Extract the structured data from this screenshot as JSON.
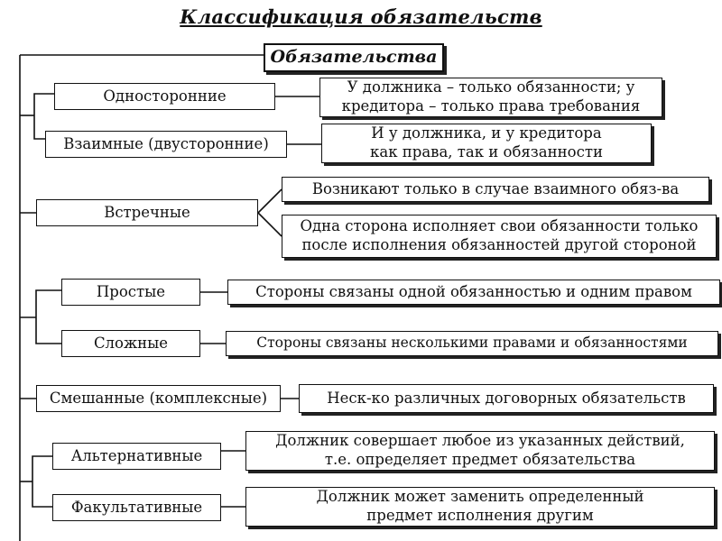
{
  "title": "Классификация обязательств",
  "root": "Обязательства",
  "items": [
    {
      "label": "Односторонние",
      "desc": [
        "У должника – только обязанности; у",
        "кредитора – только права требования"
      ]
    },
    {
      "label": "Взаимные (двусторонние)",
      "desc": [
        "И у должника, и у кредитора",
        "как права, так и обязанности"
      ]
    },
    {
      "label": "Встречные",
      "desc1": "Возникают только в случае взаимного обяз-ва",
      "desc2": [
        "Одна сторона исполняет свои обязанности только",
        "после исполнения обязанностей другой стороной"
      ]
    },
    {
      "label": "Простые",
      "desc": [
        "Стороны связаны одной обязанностью и одним правом"
      ]
    },
    {
      "label": "Сложные",
      "desc": [
        "Стороны связаны несколькими правами и обязанностями"
      ]
    },
    {
      "label": "Смешанные (комплексные)",
      "desc": [
        "Неск-ко различных договорных обязательств"
      ]
    },
    {
      "label": "Альтернативные",
      "desc": [
        "Должник совершает любое из указанных действий,",
        "т.е. определяет предмет обязательства"
      ]
    },
    {
      "label": "Факультативные",
      "desc": [
        "Должник может заменить определенный",
        "предмет исполнения другим"
      ]
    }
  ]
}
